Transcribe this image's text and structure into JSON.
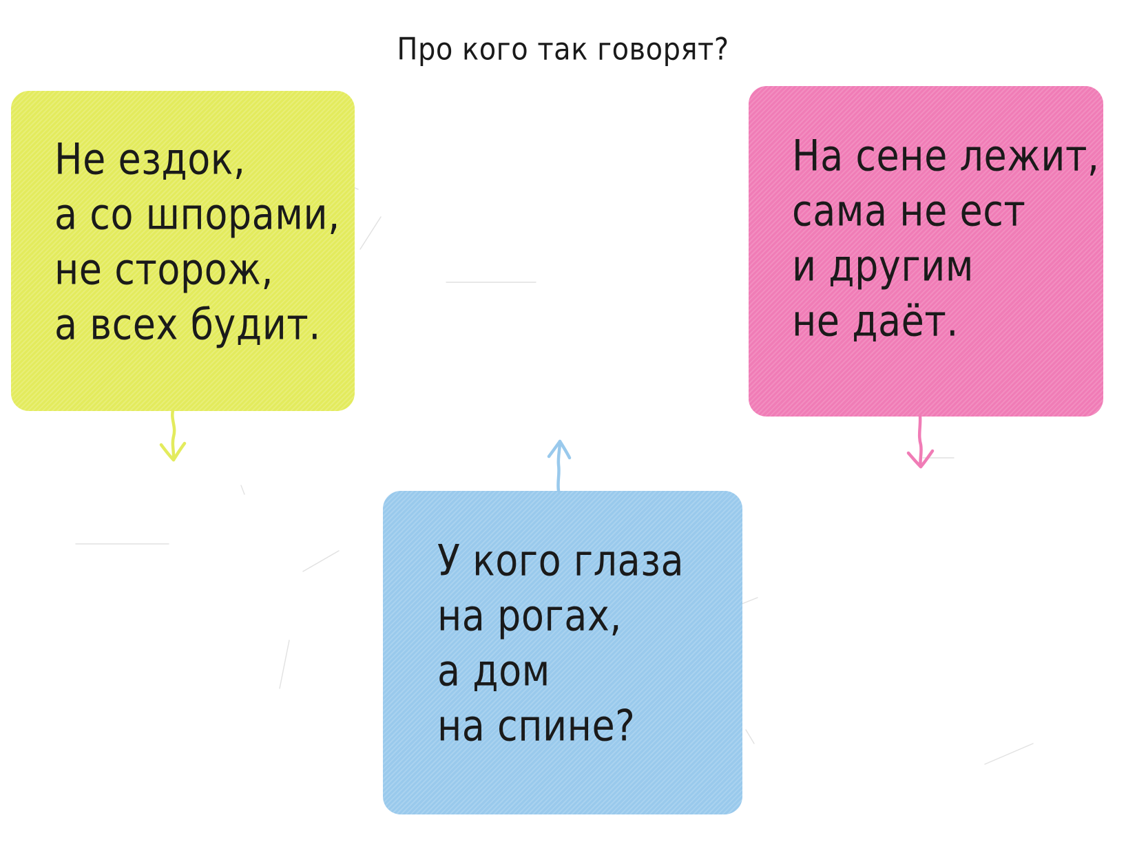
{
  "page": {
    "title": "Про кого так говорят?"
  },
  "riddles": [
    {
      "color": "#e3eb5d",
      "arrow_direction": "down",
      "lines": [
        "Не ездок,",
        "а со шпорами,",
        "не сторож,",
        "а всех будит."
      ]
    },
    {
      "color": "#f07cb6",
      "arrow_direction": "down",
      "lines": [
        "На сене лежит,",
        "сама не ест",
        "и другим",
        "не даёт."
      ]
    },
    {
      "color": "#99c9ec",
      "arrow_direction": "up",
      "lines": [
        "У кого глаза",
        "на рогах,",
        "а дом",
        "на спине?"
      ]
    }
  ]
}
